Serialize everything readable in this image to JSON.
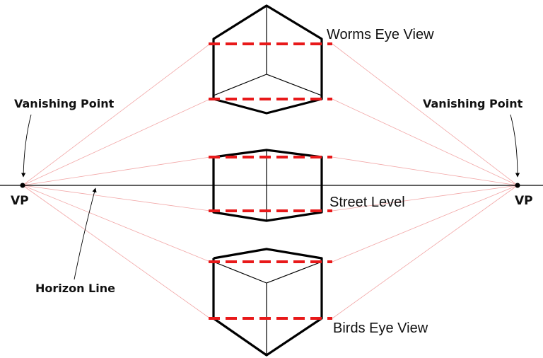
{
  "labels": {
    "worms_eye": "Worms Eye View",
    "street_level": "Street Level",
    "birds_eye": "Birds Eye View",
    "vanishing_point_left": "Vanishing Point",
    "vanishing_point_right": "Vanishing Point",
    "vp_left": "VP",
    "vp_right": "VP",
    "horizon_line": "Horizon Line"
  },
  "colors": {
    "guide_lines": "#f2a7a7",
    "dashed_lines": "#e8191a",
    "edges": "#000000"
  }
}
